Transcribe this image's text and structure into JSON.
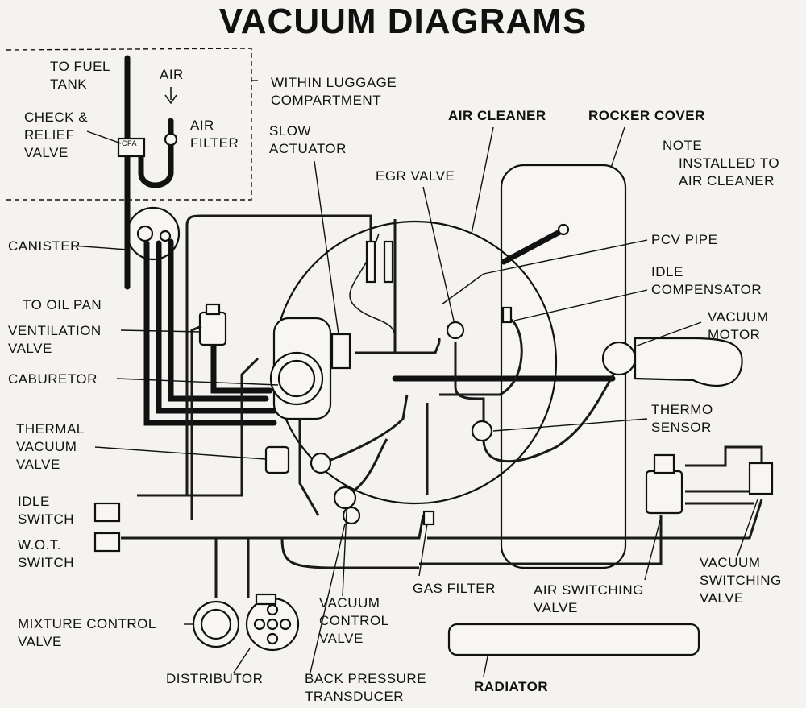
{
  "title": "VACUUM DIAGRAMS",
  "labels": {
    "to_fuel_tank": [
      "TO FUEL",
      "TANK"
    ],
    "air": "AIR",
    "air_filter": [
      "AIR",
      "FILTER"
    ],
    "within_luggage": [
      "WITHIN LUGGAGE",
      "COMPARTMENT"
    ],
    "check_relief": [
      "CHECK &",
      "RELIEF",
      "VALVE"
    ],
    "canister": "CANISTER",
    "to_oil_pan": "TO OIL PAN",
    "ventilation_valve": [
      "VENTILATION",
      "VALVE"
    ],
    "cabureter": "CABURETOR",
    "thermal_vacuum_valve": [
      "THERMAL",
      "VACUUM",
      "VALVE"
    ],
    "idle_switch": [
      "IDLE",
      "SWITCH"
    ],
    "wot_switch": [
      "W.O.T.",
      "SWITCH"
    ],
    "mixture_control_valve": [
      "MIXTURE CONTROL",
      "VALVE"
    ],
    "distributor": "DISTRIBUTOR",
    "back_pressure_transducer": [
      "BACK PRESSURE",
      "TRANSDUCER"
    ],
    "vacuum_control_valve": [
      "VACUUM",
      "CONTROL",
      "VALVE"
    ],
    "gas_filter": "GAS FILTER",
    "slow_actuator": [
      "SLOW",
      "ACTUATOR"
    ],
    "egr_valve": "EGR VALVE",
    "air_cleaner": "AIR CLEANER",
    "rocker_cover": "ROCKER COVER",
    "note": [
      "NOTE",
      "INSTALLED TO",
      "AIR CLEANER"
    ],
    "pcv_pipe": "PCV PIPE",
    "idle_compensator": [
      "IDLE",
      "COMPENSATOR"
    ],
    "vacuum_motor": [
      "VACUUM",
      "MOTOR"
    ],
    "thermo_sensor": [
      "THERMO",
      "SENSOR"
    ],
    "air_switching_valve": [
      "AIR SWITCHING",
      "VALVE"
    ],
    "vacuum_switching_valve": [
      "VACUUM",
      "SWITCHING",
      "VALVE"
    ],
    "radiator": "RADIATOR",
    "valve_marks": [
      "C",
      "F",
      "A"
    ]
  }
}
